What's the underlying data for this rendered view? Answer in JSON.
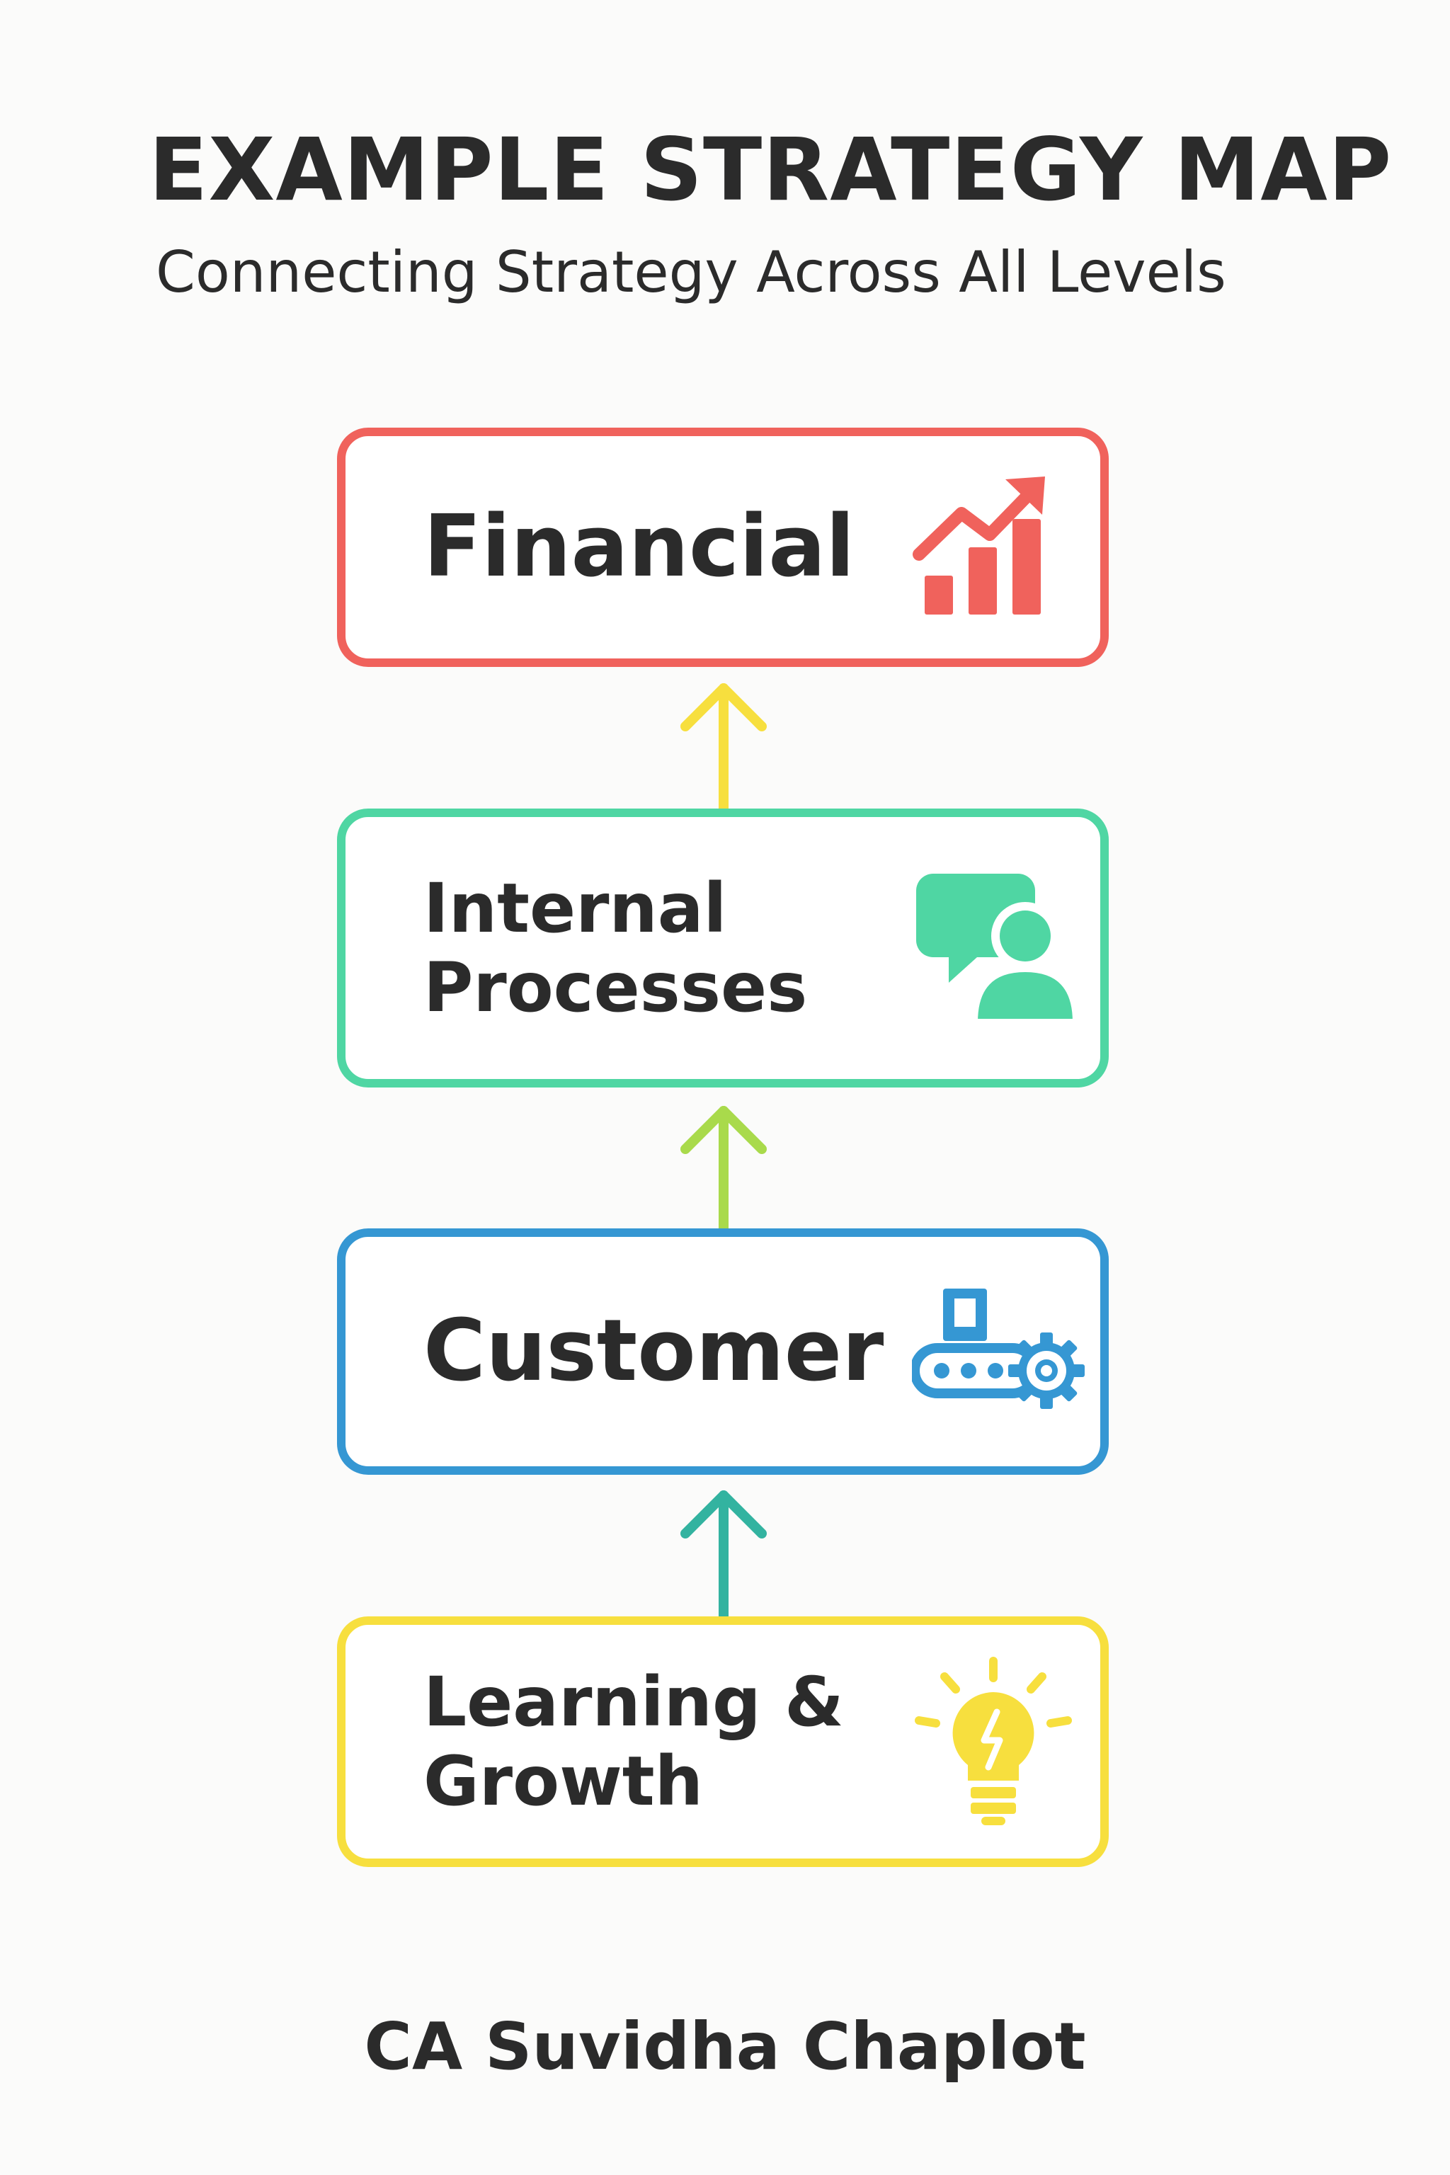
{
  "header": {
    "title": "EXAMPLE STRATEGY MAP",
    "subtitle": "Connecting Strategy Across All Levels"
  },
  "perspectives": [
    {
      "label": "Financial",
      "icon": "rising-bar-chart-icon",
      "color": "#f0625c"
    },
    {
      "label": "Internal\nProcesses",
      "icon": "chat-person-icon",
      "color": "#4fd6a3"
    },
    {
      "label": "Customer",
      "icon": "conveyor-gear-icon",
      "color": "#3597d3"
    },
    {
      "label": "Learning &\nGrowth",
      "icon": "lightbulb-icon",
      "color": "#f7df3e"
    }
  ],
  "arrows": [
    {
      "color": "#f7df3e",
      "direction": "up"
    },
    {
      "color": "#a9da4b",
      "direction": "up"
    },
    {
      "color": "#33b3a0",
      "direction": "up"
    }
  ],
  "footer": {
    "author": "CA Suvidha Chaplot"
  }
}
